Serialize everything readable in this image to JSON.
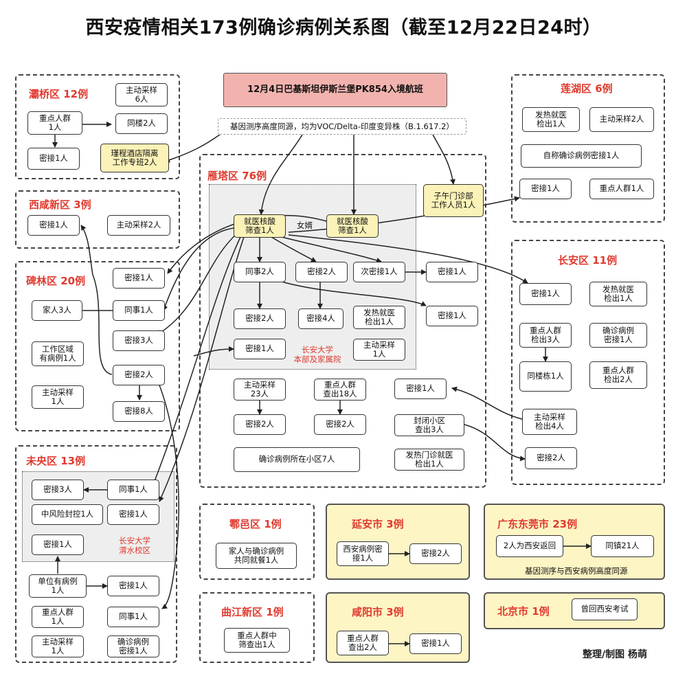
{
  "title": "西安疫情相关173例确诊病例关系图（截至12月22日24时）",
  "credit": "整理/制图 杨萌",
  "flight": "12月4日巴基斯坦伊斯兰堡PK854入境航班",
  "gene_note": "基因测序高度同源，均为VOC/Delta-印度变异株（B.1.617.2）",
  "regions": {
    "baqiao": {
      "title": "灞桥区 12例",
      "b1": "主动采样\n6人",
      "b2": "重点人群\n1人",
      "b3": "同楼2人",
      "b4": "密接1人",
      "b5": "瑾程酒店隔离\n工作专班2人"
    },
    "xixian": {
      "title": "西咸新区 3例",
      "b1": "密接1人",
      "b2": "主动采样2人"
    },
    "beilin": {
      "title": "碑林区 20例",
      "b1": "密接1人",
      "b2": "家人3人",
      "b3": "同事1人",
      "b4": "密接3人",
      "b5": "工作区域\n有病例1人",
      "b6": "密接2人",
      "b7": "主动采样\n1人",
      "b8": "密接8人"
    },
    "weiyang": {
      "title": "未央区 13例",
      "b1": "密接3人",
      "b2": "同事1人",
      "b3": "中风险封控1人",
      "b4": "密接1人",
      "b5": "密接1人",
      "sub_label": "长安大学\n渭水校区",
      "b6": "单位有病例\n1人",
      "b7": "密接1人",
      "b8": "重点人群\n1人",
      "b9": "同事1人",
      "b10": "主动采样\n1人",
      "b11": "确诊病例\n密接1人"
    },
    "yanta": {
      "title": "雁塔区 76例",
      "b1": "就医核酸\n筛查1人",
      "b2": "就医核酸\n筛查1人",
      "rel": "女婿",
      "b3": "同事2人",
      "b4": "密接2人",
      "b5": "次密接1人",
      "b6": "密接1人",
      "b7": "密接2人",
      "b8": "密接4人",
      "b9": "发热就医\n检出1人",
      "b10": "密接1人",
      "b11": "密接1人",
      "b12": "主动采样\n1人",
      "sub_label": "长安大学\n本部及家属院",
      "b13": "主动采样\n23人",
      "b14": "重点人群\n查出18人",
      "b15": "密接1人",
      "b16": "密接2人",
      "b17": "密接2人",
      "b18": "封闭小区\n查出3人",
      "b19": "确诊病例所在小区7人",
      "b20": "发热门诊就医\n检出1人"
    },
    "ziwu": {
      "b1": "子午门诊部\n工作人员1人"
    },
    "lianhu": {
      "title": "莲湖区 6例",
      "b1": "发热就医\n检出1人",
      "b2": "主动采样2人",
      "b3": "自称确诊病例密接1人",
      "b4": "密接1人",
      "b5": "重点人群1人"
    },
    "changan": {
      "title": "长安区 11例",
      "b1": "密接1人",
      "b2": "发热就医\n检出1人",
      "b3": "重点人群\n检出3人",
      "b4": "确诊病例\n密接1人",
      "b5": "同楼栋1人",
      "b6": "重点人群\n检出2人",
      "b7": "主动采样\n检出4人",
      "b8": "密接2人"
    },
    "huyi": {
      "title": "鄠邑区 1例",
      "b1": "家人与确诊病例\n共同就餐1人"
    },
    "qujiang": {
      "title": "曲江新区 1例",
      "b1": "重点人群中\n筛查出1人"
    },
    "yanan": {
      "title": "延安市 3例",
      "b1": "西安病例密\n接1人",
      "b2": "密接2人"
    },
    "xianyang": {
      "title": "咸阳市 3例",
      "b1": "重点人群\n查出2人",
      "b2": "密接1人"
    },
    "dongguan": {
      "title": "广东东莞市 23例",
      "b1": "2人为西安返回",
      "b2": "同镇21人",
      "note": "基因测序与西安病例高度同源"
    },
    "beijing": {
      "title": "北京市 1例",
      "b1": "曾回西安考试"
    }
  },
  "colors": {
    "region_title": "#e03a2f",
    "flight_fill": "#f2b3ae",
    "highlight_fill": "#fbf2b8",
    "external_fill": "#fdf5c4",
    "subgroup_fill": "#eeeeee"
  }
}
